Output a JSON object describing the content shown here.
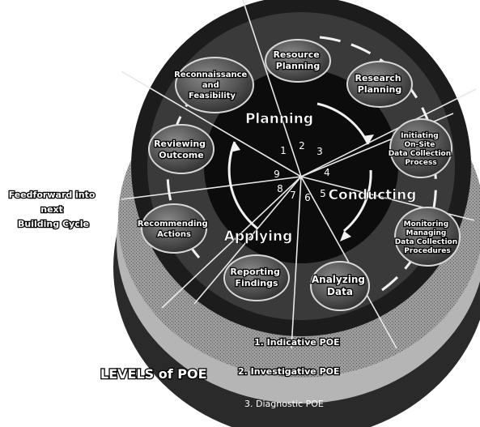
{
  "diagram": {
    "phases": {
      "planning": "Planning",
      "conducting": "Conducting",
      "applying": "Applying"
    },
    "steps": {
      "resource_planning": [
        "Resource",
        "Planning"
      ],
      "research_planning": [
        "Research",
        "Planning"
      ],
      "initiating_onsite": [
        "Initiating",
        "On-Site",
        "Data Collection",
        "Process"
      ],
      "monitoring_data": [
        "Monitoring",
        "Managing",
        "Data Collection",
        "Procedures"
      ],
      "analyzing_data": [
        "Analyzing",
        "Data"
      ],
      "reporting_findings": [
        "Reporting",
        "Findings"
      ],
      "recommending_actions": [
        "Recommending",
        "Actions"
      ],
      "reviewing_outcome": [
        "Reviewing",
        "Outcome"
      ],
      "reconnaissance": [
        "Reconnaissance",
        "and",
        "Feasibility"
      ]
    },
    "step_numbers": [
      "1",
      "2",
      "3",
      "4",
      "5",
      "6",
      "7",
      "8",
      "9"
    ],
    "feedforward": [
      "Feedforward into",
      "next",
      "Building Cycle"
    ],
    "levels_title": "LEVELS of POE",
    "levels": [
      "1. Indicative POE",
      "2. Investigative POE",
      "3. Diagnostic POE"
    ]
  },
  "colors": {
    "inner_disc": "#0c0c0c",
    "ring": "#3a3a3a",
    "outer_rim": "#1c1c1c",
    "base_layer_1": "#9a9a9a",
    "base_layer_2": "#b5b5b5",
    "base_layer_3": "#2a2a2a",
    "bubble": "#5c5c5c",
    "text": "#ffffff"
  }
}
